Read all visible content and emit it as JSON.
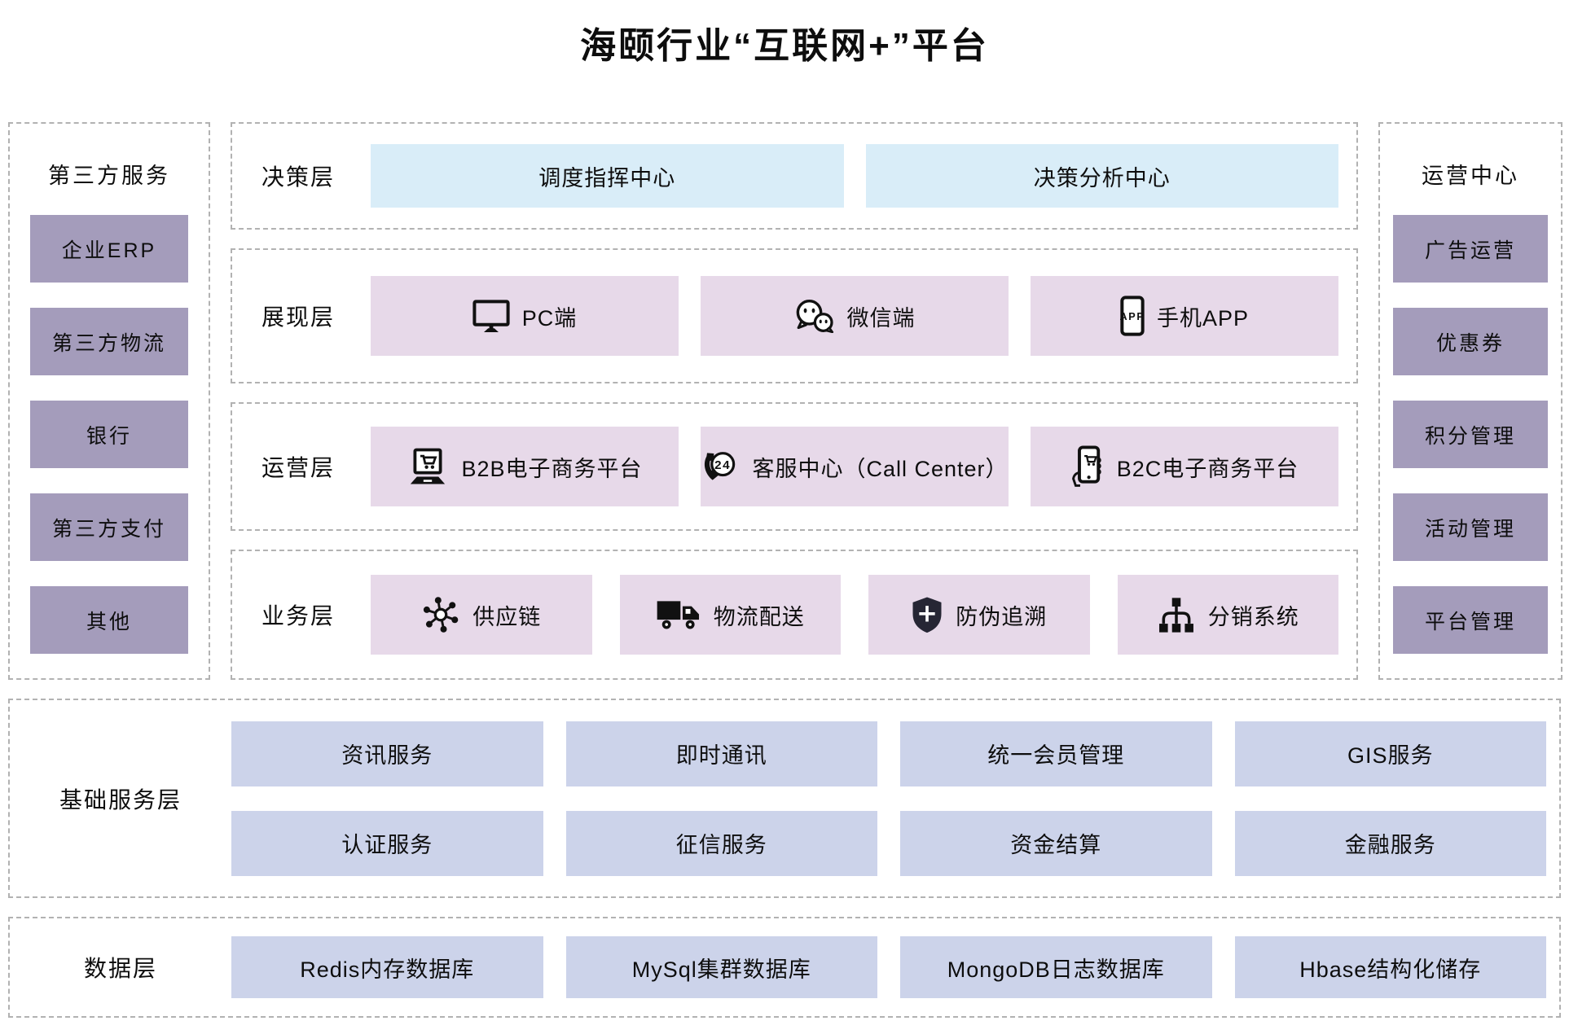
{
  "title": "海颐行业“互联网+”平台",
  "colors": {
    "side_box": "#a49cbb",
    "decision_box": "#d9edf8",
    "pink_box": "#e7d9e9",
    "wide_box": "#ccd3ea",
    "dashed_border": "#b2b2b2",
    "text": "#0d0d0d"
  },
  "third_party": {
    "title": "第三方服务",
    "items": [
      "企业ERP",
      "第三方物流",
      "银行",
      "第三方支付",
      "其他"
    ]
  },
  "operation_center": {
    "title": "运营中心",
    "items": [
      "广告运营",
      "优惠券",
      "积分管理",
      "活动管理",
      "平台管理"
    ]
  },
  "layers": {
    "decision": {
      "label": "决策层",
      "items": [
        {
          "label": "调度指挥中心"
        },
        {
          "label": "决策分析中心"
        }
      ]
    },
    "presentation": {
      "label": "展现层",
      "items": [
        {
          "icon": "monitor-icon",
          "label": "PC端"
        },
        {
          "icon": "wechat-icon",
          "label": "微信端"
        },
        {
          "icon": "phone-app-icon",
          "label": "手机APP"
        }
      ]
    },
    "operation": {
      "label": "运营层",
      "items": [
        {
          "icon": "b2b-shop-icon",
          "label": "B2B电子商务平台"
        },
        {
          "icon": "callcenter-24-icon",
          "label": "客服中心（Call Center）"
        },
        {
          "icon": "b2c-mobile-icon",
          "label": "B2C电子商务平台"
        }
      ]
    },
    "business": {
      "label": "业务层",
      "items": [
        {
          "icon": "supply-chain-icon",
          "label": "供应链"
        },
        {
          "icon": "truck-icon",
          "label": "物流配送"
        },
        {
          "icon": "shield-cross-icon",
          "label": "防伪追溯"
        },
        {
          "icon": "distribution-tree-icon",
          "label": "分销系统"
        }
      ]
    }
  },
  "base_service": {
    "label": "基础服务层",
    "items": [
      "资讯服务",
      "即时通讯",
      "统一会员管理",
      "GIS服务",
      "认证服务",
      "征信服务",
      "资金结算",
      "金融服务"
    ]
  },
  "data_layer": {
    "label": "数据层",
    "items": [
      "Redis内存数据库",
      "MySql集群数据库",
      "MongoDB日志数据库",
      "Hbase结构化储存"
    ]
  }
}
